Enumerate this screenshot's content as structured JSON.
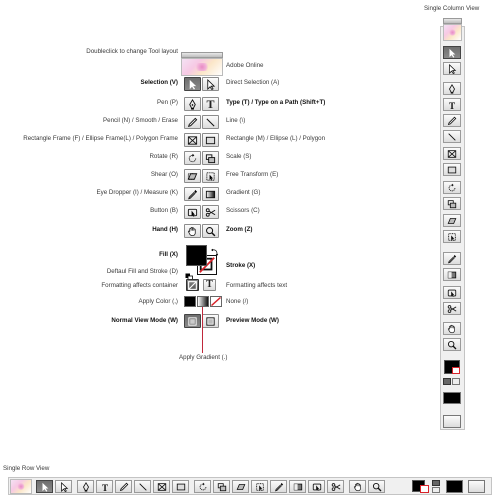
{
  "views": {
    "single_column": "Single Column View",
    "single_row": "Single Row View"
  },
  "left_labels": [
    {
      "key": "doubleclick",
      "text": "Doubleclick to change Tool layout"
    },
    {
      "key": "selection",
      "text": "Selection (V)",
      "bold": true
    },
    {
      "key": "pen",
      "text": "Pen (P)"
    },
    {
      "key": "pencil",
      "text": "Pencil (N) / Smooth / Erase"
    },
    {
      "key": "rect_frame",
      "text": "Rectangle Frame (F) / Ellipse Frame(L) / Polygon Frame"
    },
    {
      "key": "rotate",
      "text": "Rotate (R)"
    },
    {
      "key": "shear",
      "text": "Shear (O)"
    },
    {
      "key": "eyedropper",
      "text": "Eye Dropper (I) / Measure (K)"
    },
    {
      "key": "button",
      "text": "Button (B)"
    },
    {
      "key": "hand",
      "text": "Hand (H)",
      "bold": true
    },
    {
      "key": "fill",
      "text": "Fill (X)",
      "bold": true
    },
    {
      "key": "default_fill",
      "text": "Deftaul Fill and Stroke (D)"
    },
    {
      "key": "fmt_container",
      "text": "Formatting affects container"
    },
    {
      "key": "apply_color",
      "text": "Apply Color (,)"
    },
    {
      "key": "normal_view",
      "text": "Normal View Mode (W)",
      "bold": true
    }
  ],
  "right_labels": [
    {
      "key": "adobe_online",
      "text": "Adobe Online"
    },
    {
      "key": "direct_selection",
      "text": "Direct Selection (A)"
    },
    {
      "key": "type",
      "text": "Type (T) / Type on a Path (Shift+T)",
      "bold": true
    },
    {
      "key": "line",
      "text": "Line (\\)"
    },
    {
      "key": "rectangle",
      "text": "Rectangle (M) / Ellipse (L) / Polygon"
    },
    {
      "key": "scale",
      "text": "Scale (S)"
    },
    {
      "key": "free_transform",
      "text": "Free Transform (E)"
    },
    {
      "key": "gradient",
      "text": "Gradient (G)"
    },
    {
      "key": "scissors",
      "text": "Scissors (C)"
    },
    {
      "key": "zoom",
      "text": "Zoom (Z)",
      "bold": true
    },
    {
      "key": "stroke",
      "text": "Stroke (X)",
      "bold": true
    },
    {
      "key": "fmt_text",
      "text": "Formatting affects text"
    },
    {
      "key": "none",
      "text": "None (/)"
    },
    {
      "key": "preview_mode",
      "text": "Preview Mode (W)",
      "bold": true
    }
  ],
  "callout": {
    "apply_gradient": "Apply Gradient (.)"
  },
  "icons": {
    "selection": "selection-arrow-icon",
    "direct_selection": "direct-selection-arrow-icon",
    "pen": "pen-icon",
    "type": "type-icon",
    "pencil": "pencil-icon",
    "line": "line-icon",
    "rect_frame": "rectangle-frame-icon",
    "rectangle": "rectangle-icon",
    "rotate": "rotate-icon",
    "scale": "scale-icon",
    "shear": "shear-icon",
    "free_transform": "free-transform-icon",
    "eyedropper": "eyedropper-icon",
    "gradient": "gradient-icon",
    "button": "button-icon",
    "scissors": "scissors-icon",
    "hand": "hand-icon",
    "zoom": "zoom-icon"
  },
  "colors": {
    "selected_tool": "#7a7a7a",
    "fill": "#000000",
    "stroke_none": "#d8232a",
    "callout_line": "#c0283b"
  }
}
